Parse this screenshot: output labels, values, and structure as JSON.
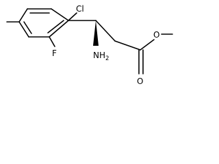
{
  "molecule": {
    "atoms": {
      "cl": "Cl",
      "f": "F",
      "o_carbonyl": "O",
      "o_ester": "O",
      "amine_main": "NH",
      "amine_sub": "2"
    },
    "colors": {
      "bond": "#000000",
      "label": "#000000",
      "background": "#ffffff"
    }
  }
}
